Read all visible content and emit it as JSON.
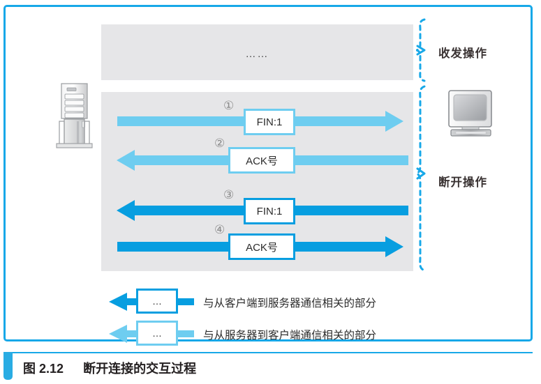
{
  "figure": {
    "caption_number": "图 2.12",
    "caption_title": "断开连接的交互过程",
    "frame_color": "#17a8e8",
    "panel_color": "#e6e6e8"
  },
  "endpoints": {
    "left": {
      "icon": "server-tower-icon"
    },
    "right": {
      "icon": "crt-monitor-icon"
    }
  },
  "panels": {
    "top": {
      "content": "……"
    },
    "bottom": {
      "content": ""
    }
  },
  "braces": [
    {
      "label": "收发操作",
      "color": "#17a8e8"
    },
    {
      "label": "断开操作",
      "color": "#17a8e8"
    }
  ],
  "messages": [
    {
      "seq": "①",
      "label": "FIN:1",
      "direction": "right",
      "tone": "light",
      "color": "#6ecdf0"
    },
    {
      "seq": "②",
      "label": "ACK号",
      "direction": "left",
      "tone": "light",
      "color": "#6ecdf0"
    },
    {
      "seq": "③",
      "label": "FIN:1",
      "direction": "left",
      "tone": "dark",
      "color": "#079ee0"
    },
    {
      "seq": "④",
      "label": "ACK号",
      "direction": "right",
      "tone": "dark",
      "color": "#079ee0"
    }
  ],
  "legend": [
    {
      "sample": "…",
      "text": "与从客户端到服务器通信相关的部分",
      "color": "#079ee0",
      "tone": "dark"
    },
    {
      "sample": "…",
      "text": "与从服务器到客户端通信相关的部分",
      "color": "#6ecdf0",
      "tone": "light"
    }
  ]
}
